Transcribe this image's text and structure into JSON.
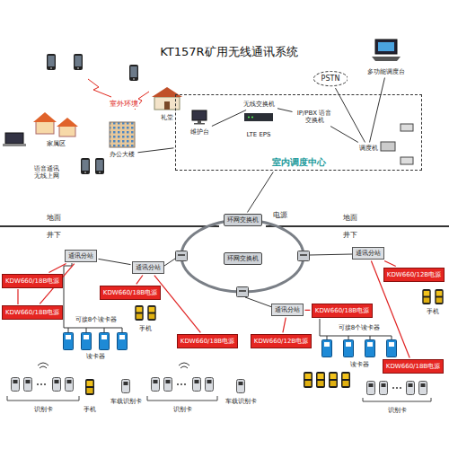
{
  "diagram": {
    "title": "KT157R矿用无线通讯系统",
    "nodes": [
      {
        "text": [
          "室内调度中心"
        ]
      },
      {
        "text": [
          "维护台"
        ],
        "in": 0
      },
      {
        "text": [
          "无线交换机"
        ],
        "in": 0
      },
      {
        "text": [
          "LTE EPS"
        ],
        "in": 0
      },
      {
        "text": [
          "IP/PBX 语音交换机"
        ],
        "in": 0
      },
      {
        "text": [
          "调度机"
        ],
        "in": 0
      },
      {
        "text": [
          "PSTN"
        ]
      },
      {
        "text": [
          "多功能调度台"
        ]
      },
      {
        "text": [
          "礼堂"
        ]
      },
      {
        "text": [
          "办公大楼"
        ]
      },
      {
        "text": [
          "家属区"
        ]
      },
      {
        "text": [
          "环网交换机"
        ]
      },
      {
        "text": [
          "环网交换机"
        ]
      },
      {
        "text": [
          "通讯分站"
        ]
      },
      {
        "text": [
          "通讯分站"
        ]
      },
      {
        "text": [
          "通讯分站"
        ]
      },
      {
        "text": [
          "通讯分站"
        ]
      },
      {
        "text": [
          "KDW660/18B电源"
        ]
      },
      {
        "text": [
          "KDW660/18B电源"
        ]
      },
      {
        "text": [
          "KDW660/18B电源"
        ]
      },
      {
        "text": [
          "KDW660/18B电源"
        ]
      },
      {
        "text": [
          "KDW660/18B电源"
        ]
      },
      {
        "text": [
          "KDW660/12B电源"
        ]
      },
      {
        "text": [
          "KDW660/12B电源"
        ]
      },
      {
        "text": [
          "KDW660/18B电源"
        ]
      }
    ],
    "edges": [
      {
        "from": 1,
        "to": 2,
        "arrow": "none"
      },
      {
        "from": 2,
        "to": 4,
        "arrow": "none"
      },
      {
        "from": 4,
        "to": 5,
        "arrow": "none"
      },
      {
        "from": 5,
        "to": 6,
        "arrow": "none"
      },
      {
        "from": 5,
        "to": 7,
        "arrow": "none"
      },
      {
        "from": 0,
        "to": 11,
        "arrow": "none"
      },
      {
        "from": 9,
        "to": 0,
        "arrow": "none"
      },
      {
        "from": 13,
        "to": 14,
        "arrow": "none"
      },
      {
        "from": 13,
        "to": 17,
        "arrow": "none"
      },
      {
        "from": 13,
        "to": 18,
        "arrow": "none"
      },
      {
        "from": 14,
        "to": 19,
        "arrow": "none"
      },
      {
        "from": 14,
        "to": 20,
        "arrow": "none"
      },
      {
        "from": 15,
        "to": 21,
        "arrow": "none"
      },
      {
        "from": 15,
        "to": 23,
        "arrow": "none"
      },
      {
        "from": 16,
        "to": 22,
        "arrow": "none"
      },
      {
        "from": 16,
        "to": 24,
        "arrow": "none"
      }
    ],
    "labels": [
      "室外环境",
      "语音通讯 无线上网",
      "电源",
      "地面",
      "井下",
      "地面",
      "井下",
      "可接8个读卡器",
      "读卡器",
      "手机",
      "可接8个读卡器",
      "读卡器",
      "手机",
      "识别卡",
      "手机",
      "车载识别卡",
      "识别卡",
      "车载识别卡",
      "识别卡"
    ]
  }
}
